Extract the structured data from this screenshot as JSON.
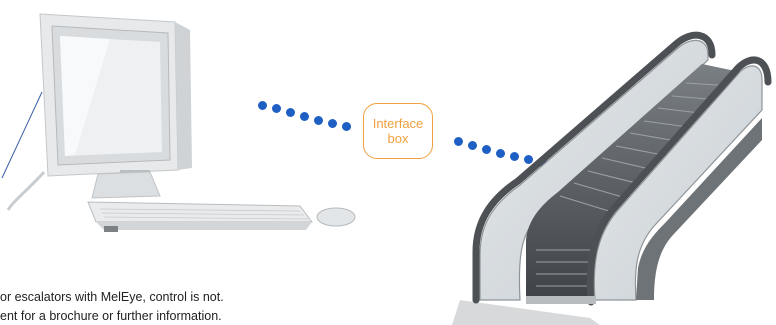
{
  "interface_box": {
    "line1": "Interface",
    "line2": "box"
  },
  "caption": {
    "line1": "or escalators with MelEye, control is not.",
    "line2": "ent for a brochure or further information."
  },
  "colors": {
    "dot_blue": "#1e5fc4",
    "box_border": "#f0a040",
    "box_text": "#f0a040"
  },
  "icons": [
    "computer-illustration",
    "escalator-illustration"
  ]
}
